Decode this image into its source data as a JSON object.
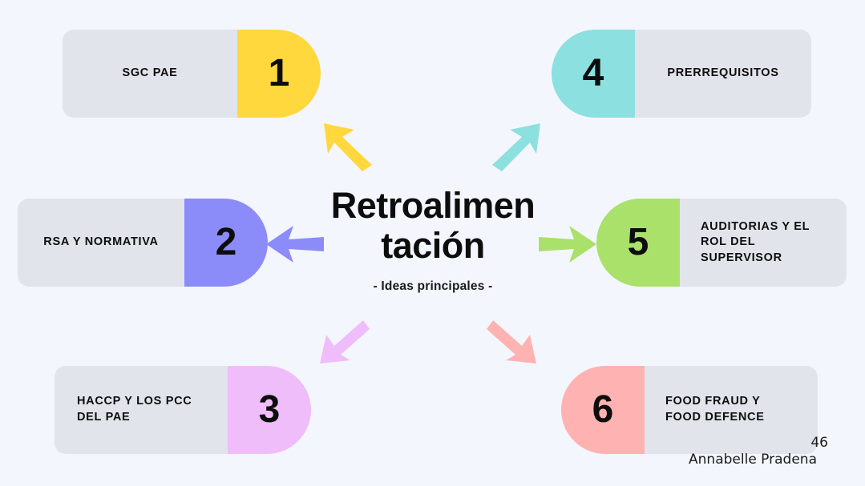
{
  "slide": {
    "background_color": "#f4f6fe",
    "card_body_color": "#e2e4ec",
    "slide_number": "46",
    "author": "Annabelle Pradena"
  },
  "center": {
    "title": "Retroalimen\ntación",
    "subtitle": "- Ideas principales -"
  },
  "cards": [
    {
      "number": "1",
      "label": "SGC PAE",
      "color": "#ffd83d",
      "number_side": "right",
      "text_align": "center"
    },
    {
      "number": "2",
      "label": "RSA Y NORMATIVA",
      "color": "#8b8bfa",
      "number_side": "right",
      "text_align": "center"
    },
    {
      "number": "3",
      "label": "HACCP Y LOS PCC DEL PAE",
      "color": "#efbdfa",
      "number_side": "right",
      "text_align": "start"
    },
    {
      "number": "4",
      "label": "PRERREQUISITOS",
      "color": "#8ce0e0",
      "number_side": "left",
      "text_align": "center"
    },
    {
      "number": "5",
      "label": "AUDITORIAS Y EL ROL DEL SUPERVISOR",
      "color": "#a9e16a",
      "number_side": "left",
      "text_align": "start"
    },
    {
      "number": "6",
      "label": "FOOD FRAUD Y FOOD DEFENCE",
      "color": "#ffb2b2",
      "number_side": "left",
      "text_align": "center"
    }
  ],
  "arrows": [
    {
      "name": "arrow-to-card-1",
      "direction": "up-left",
      "color": "#ffd83d"
    },
    {
      "name": "arrow-to-card-4",
      "direction": "up-right",
      "color": "#8ce0e0"
    },
    {
      "name": "arrow-to-card-2",
      "direction": "left",
      "color": "#8b8bfa"
    },
    {
      "name": "arrow-to-card-5",
      "direction": "right",
      "color": "#a9e16a"
    },
    {
      "name": "arrow-to-card-3",
      "direction": "down-left",
      "color": "#efbdfa"
    },
    {
      "name": "arrow-to-card-6",
      "direction": "down-right",
      "color": "#ffb2b2"
    }
  ]
}
